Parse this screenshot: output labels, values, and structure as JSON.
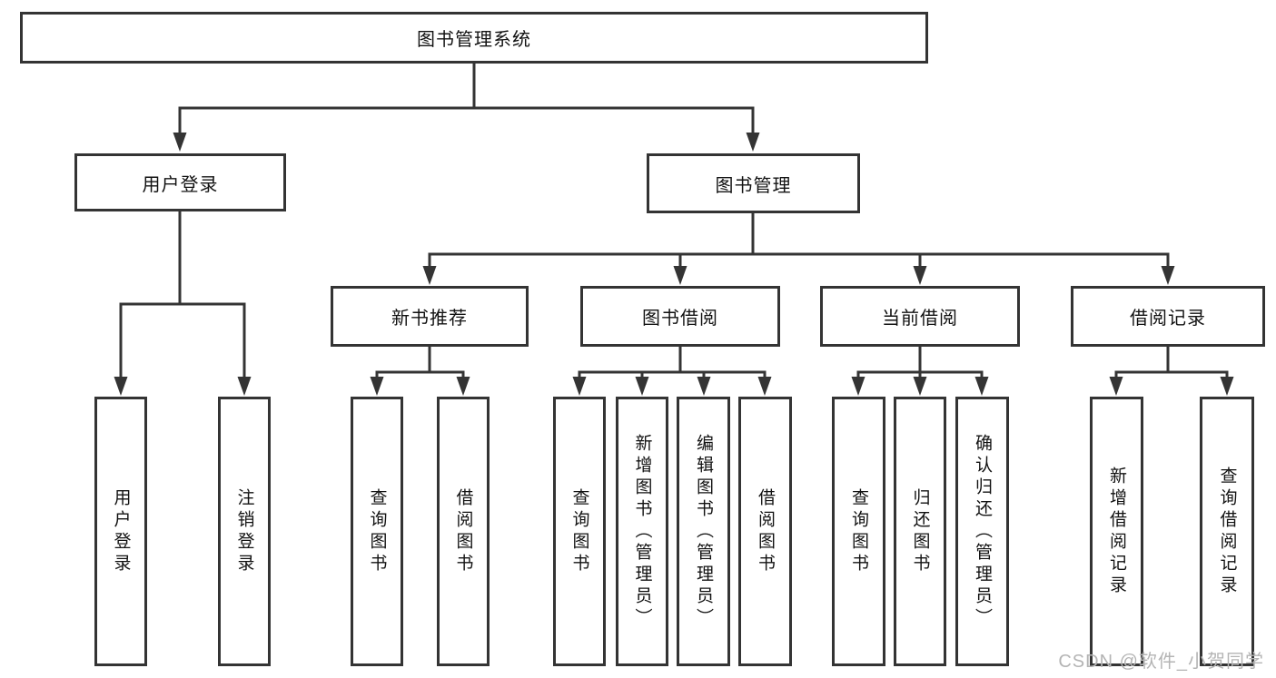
{
  "diagram": {
    "root": "图书管理系统",
    "branches": [
      {
        "label": "用户登录",
        "children": [
          "用户登录",
          "注销登录"
        ]
      },
      {
        "label": "图书管理",
        "sections": [
          {
            "label": "新书推荐",
            "children": [
              "查询图书",
              "借阅图书"
            ]
          },
          {
            "label": "图书借阅",
            "children": [
              "查询图书",
              "新增图书（管理员）",
              "编辑图书（管理员）",
              "借阅图书"
            ]
          },
          {
            "label": "当前借阅",
            "children": [
              "查询图书",
              "归还图书",
              "确认归还（管理员）"
            ]
          },
          {
            "label": "借阅记录",
            "children": [
              "新增借阅记录",
              "查询借阅记录"
            ]
          }
        ]
      }
    ]
  },
  "watermark": "CSDN @软件_小贺同学",
  "colors": {
    "line": "#343434",
    "box_border": "#343434",
    "text": "#121212",
    "background": "#ffffff",
    "watermark": "#b4b4b4"
  }
}
